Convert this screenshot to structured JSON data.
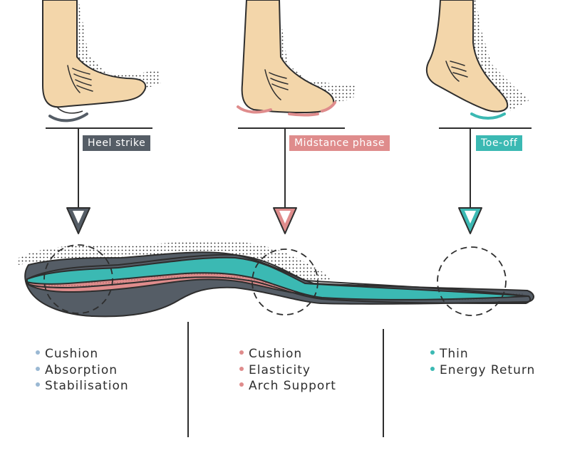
{
  "colors": {
    "heel": "#555d66",
    "mid": "#df8c8c",
    "toe": "#3bb9b3",
    "skin": "#f3d6aa",
    "ink": "#2e2e2e",
    "bullet_heel": "#9ab8d3"
  },
  "phases": [
    {
      "label": "Heel strike",
      "features": [
        "Cushion",
        "Absorption",
        "Stabilisation"
      ]
    },
    {
      "label": "Midstance phase",
      "features": [
        "Cushion",
        "Elasticity",
        "Arch Support"
      ]
    },
    {
      "label": "Toe-off",
      "features": [
        "Thin",
        "Energy Return"
      ]
    }
  ]
}
